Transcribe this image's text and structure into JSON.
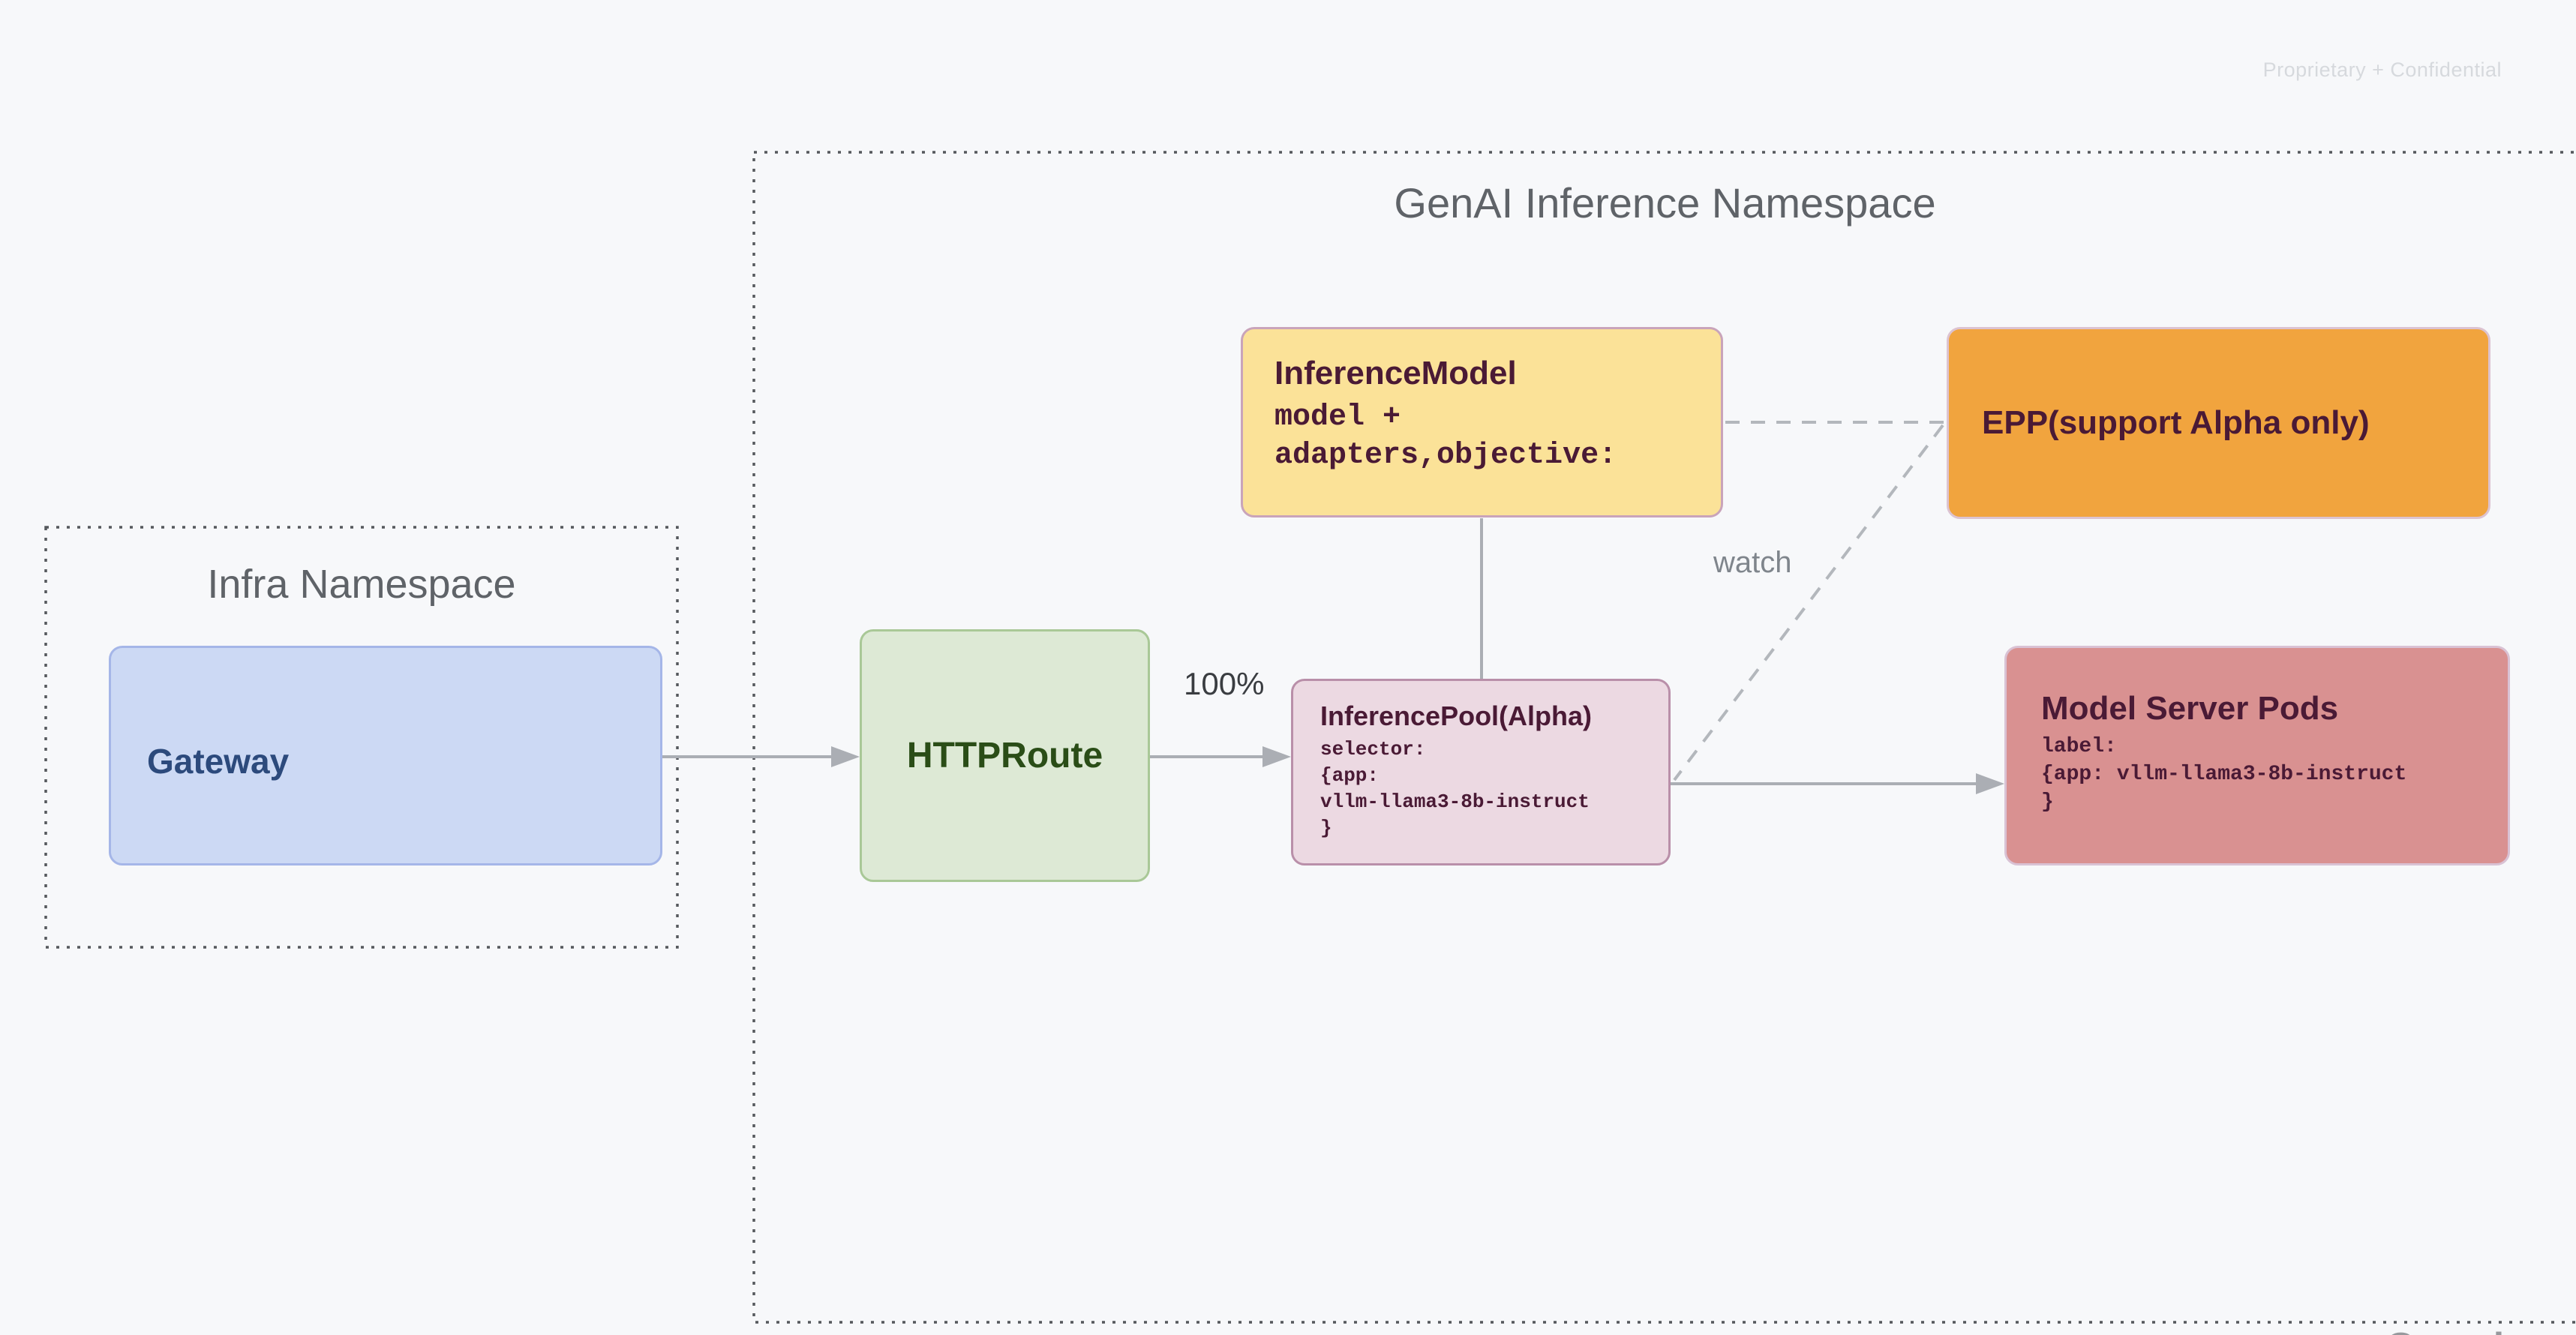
{
  "page": {
    "watermark": "Proprietary + Confidential",
    "footer_logo": "Google",
    "background_color": "#f7f8fa"
  },
  "namespaces": {
    "infra": {
      "title": "Infra Namespace"
    },
    "genai": {
      "title": "GenAI Inference Namespace"
    }
  },
  "nodes": {
    "gateway": {
      "title": "Gateway",
      "fill": "#ccd9f4",
      "border": "#a5b6e8",
      "text_color": "#2c4a7c"
    },
    "httproute": {
      "title": "HTTPRoute",
      "fill": "#dde9d5",
      "border": "#a9c897",
      "text_color": "#2a4d17"
    },
    "inference_model": {
      "title": "InferenceModel",
      "body": "model +\nadapters,objective:",
      "fill": "#fbe298",
      "border": "#c9a4ba",
      "text_color": "#4a1a35"
    },
    "epp": {
      "title": "EPP(support Alpha only)",
      "fill": "#f1a43e",
      "border": "#dcc3d1",
      "text_color": "#4a1a35"
    },
    "inference_pool": {
      "title": "InferencePool(Alpha)",
      "body": "selector:\n{app:\nvllm-llama3-8b-instruct\n}",
      "fill": "#ecd9e2",
      "border": "#b98fa9",
      "text_color": "#4a1a35"
    },
    "model_server_pods": {
      "title": "Model Server Pods",
      "body": "label:\n{app: vllm-llama3-8b-instruct\n}",
      "fill": "#d99191",
      "border": "#d9c2d4",
      "text_color": "#4a1a35"
    }
  },
  "edges": {
    "gateway_to_httproute": {
      "type": "solid-arrow",
      "label": ""
    },
    "httproute_to_pool": {
      "type": "solid-arrow",
      "label": "100%"
    },
    "model_to_pool": {
      "type": "solid-line",
      "label": ""
    },
    "model_to_epp": {
      "type": "dashed-line",
      "label": ""
    },
    "pool_to_epp": {
      "type": "dashed-line",
      "label": "watch"
    },
    "pool_to_pods": {
      "type": "solid-arrow",
      "label": ""
    }
  },
  "colors": {
    "connector": "#abaeb4",
    "dashed_connector": "#b3b7bc",
    "namespace_border": "#55585c",
    "namespace_title": "#5f6368",
    "edge_label_dark": "#3a3d41",
    "edge_label_gray": "#7f858c",
    "watermark": "#d6d9dd",
    "footer_logo": "#97999d"
  }
}
